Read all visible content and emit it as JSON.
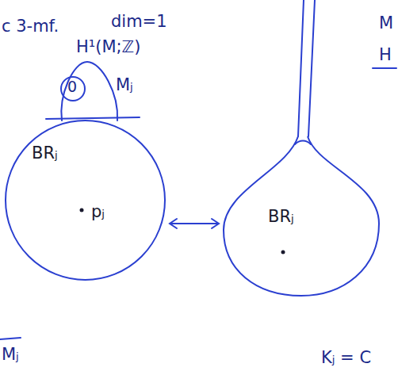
{
  "diagram": {
    "nodes": [
      {
        "text": [
          "BRⱼ",
          "pⱼ"
        ]
      },
      {
        "text": [
          "BRⱼ"
        ]
      }
    ],
    "edges": [
      {
        "from": 0,
        "to": 1,
        "arrow": "both"
      }
    ],
    "labels": [
      "c 3-mf.",
      "dim=1",
      "H¹(M;ℤ)",
      "Mⱼ",
      "0",
      "M",
      "H",
      "Kⱼ = C",
      "Mⱼ"
    ]
  }
}
